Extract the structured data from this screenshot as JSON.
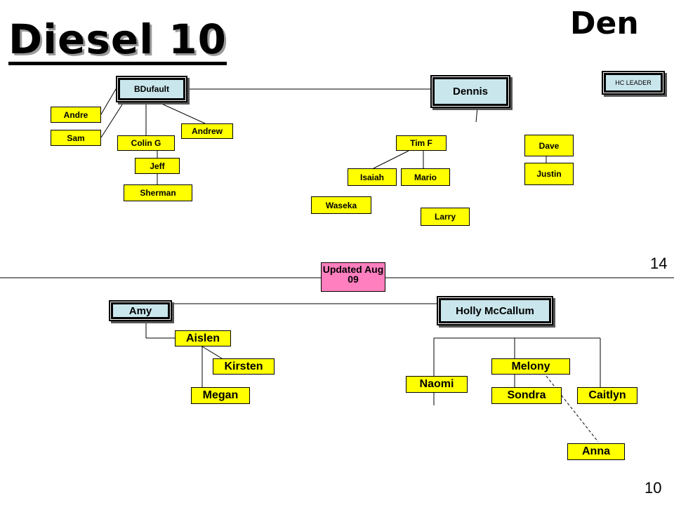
{
  "title": "Diesel 10",
  "den_label": "Den",
  "page_numbers": {
    "upper": "14",
    "lower": "10"
  },
  "legend": {
    "hc_leader": "HC LEADER"
  },
  "update_note": "Updated Aug 09",
  "colors": {
    "member": "#ffff00",
    "leader": "#c9e6ec",
    "update_note": "#ff7fbf",
    "lines": "#000000"
  },
  "upper_section": {
    "group_left": {
      "leader": "BDufault",
      "members": [
        "Andre",
        "Sam",
        "Colin G",
        "Andrew",
        "Jeff",
        "Sherman"
      ]
    },
    "group_right": {
      "leader": "Dennis",
      "members": [
        "Tim F",
        "Dave",
        "Isaiah",
        "Mario",
        "Justin",
        "Waseka",
        "Larry"
      ]
    }
  },
  "lower_section": {
    "group_left": {
      "leader": "Amy",
      "members": [
        "Aislen",
        "Kirsten",
        "Megan"
      ]
    },
    "group_right": {
      "leader": "Holly McCallum",
      "members": [
        "Melony",
        "Naomi",
        "Sondra",
        "Caitlyn",
        "Anna"
      ]
    }
  }
}
